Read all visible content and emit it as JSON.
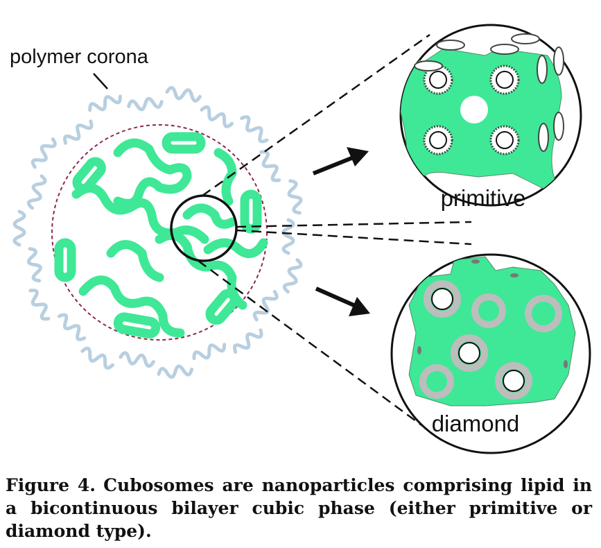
{
  "figure": {
    "labels": {
      "corona": "polymer corona",
      "primitive": "primitive",
      "diamond": "diamond"
    },
    "colors": {
      "lipid_green": "#3ee896",
      "corona_blue": "#b8cfe0",
      "boundary_red": "#8a2a4a",
      "ring_gray": "#bdbdbd"
    }
  },
  "caption": {
    "label": "Figure 4.",
    "text": "Cubosomes are nanoparticles comprising lipid in a bicontinuous bilayer cubic phase (either primitive or diamond type)."
  }
}
